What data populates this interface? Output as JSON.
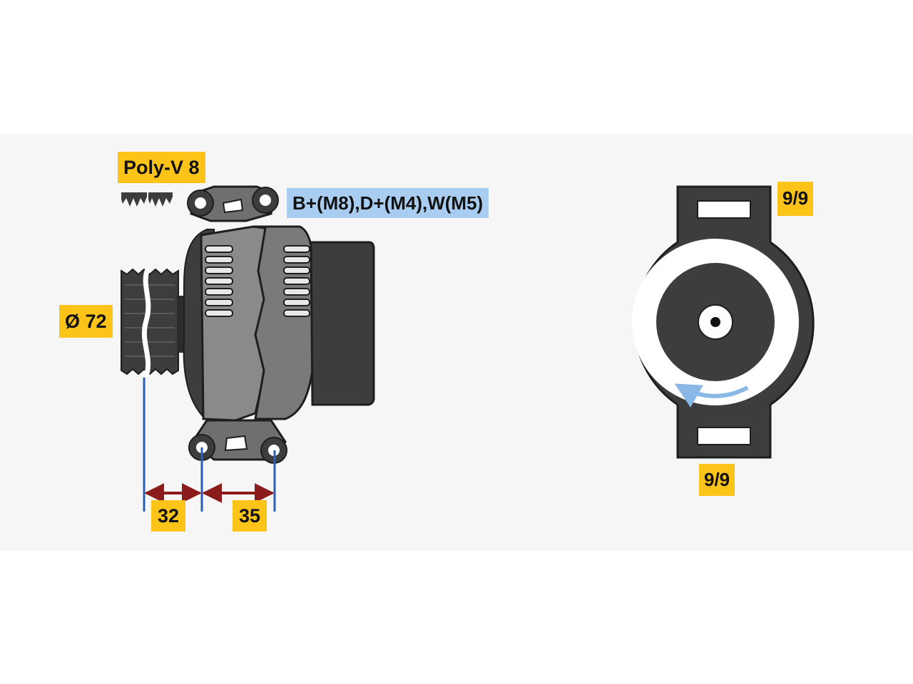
{
  "labels": {
    "belt": "Poly-V 8",
    "terminals": "B+(M8),D+(M4),W(M5)",
    "pulley_diameter": "Ø 72",
    "dim_pulley_to_mount": "32",
    "dim_mount_spacing": "35",
    "mount_top": "9/9",
    "mount_bottom": "9/9"
  },
  "colors": {
    "label_yellow": "#fcc419",
    "label_blue": "#a8cdf0",
    "housing_dark": "#3d3d3d",
    "housing_mid": "#7a7a7a",
    "dimension_line_blue": "#2b5fb3",
    "dimension_arrow_red": "#8b1c1c",
    "rotation_arrow": "#8ab8e6"
  },
  "icons": {
    "rotation": "rotation-arrow-icon",
    "belt_profile": "poly-v-profile-icon"
  }
}
